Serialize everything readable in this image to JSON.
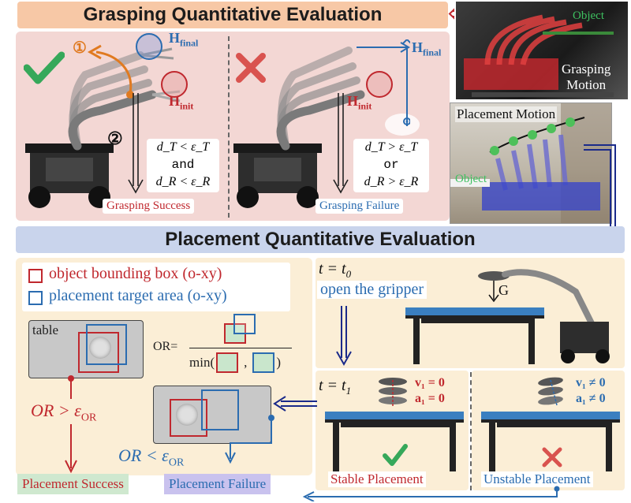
{
  "grasp": {
    "title": "Grasping Quantitative Evaluation",
    "step1": "①",
    "step2": "②",
    "h_final": "H",
    "h_final_sub": "final",
    "h_init": "H",
    "h_init_sub": "init",
    "success_cond_t": "d_T < ε_T",
    "success_and": "and",
    "success_cond_r": "d_R < ε_R",
    "failure_cond_t": "d_T > ε_T",
    "failure_or": "or",
    "failure_cond_r": "d_R > ε_R",
    "success_label": "Grasping Success",
    "failure_label": "Grasping Failure",
    "photo_object_label": "Object",
    "photo_motion_label_line1": "Grasping",
    "photo_motion_label_line2": "Motion"
  },
  "placement_photo": {
    "motion_label": "Placement Motion",
    "object_label": "Object"
  },
  "place": {
    "title": "Placement Quantitative Evaluation",
    "legend_object": "object bounding box (o-xy)",
    "legend_target": "placement target area (o-xy)",
    "table_label": "table",
    "or_prefix": "OR=",
    "min_prefix": "min(",
    "min_comma": ",",
    "min_suffix": ")",
    "or_gt": "OR > ε",
    "or_gt_sub": "OR",
    "or_lt": "OR < ε",
    "or_lt_sub": "OR",
    "t0_label": "t = t",
    "t0_sub": "0",
    "open_gripper": "open the gripper",
    "g_label": "G",
    "t1_label": "t = t",
    "t1_sub": "1",
    "stable_v": "v₁ = 0",
    "stable_a": "a₁ = 0",
    "unstable_v": "v₁ ≠ 0",
    "unstable_a": "a₁ ≠ 0",
    "stable_label": "Stable Placement",
    "unstable_label": "Unstable Placement",
    "success_label": "Placement Success",
    "failure_label": "Placement Failure"
  },
  "colors": {
    "red": "#c0282e",
    "blue": "#2b6cb0",
    "navy": "#1a2a8a",
    "orange": "#e07a20",
    "green": "#36a85a",
    "grasp_bg": "#f3d7d4",
    "place_bg": "#fbeed6",
    "banner_top": "#f7c8a8",
    "banner_place": "#c9d4ec"
  }
}
